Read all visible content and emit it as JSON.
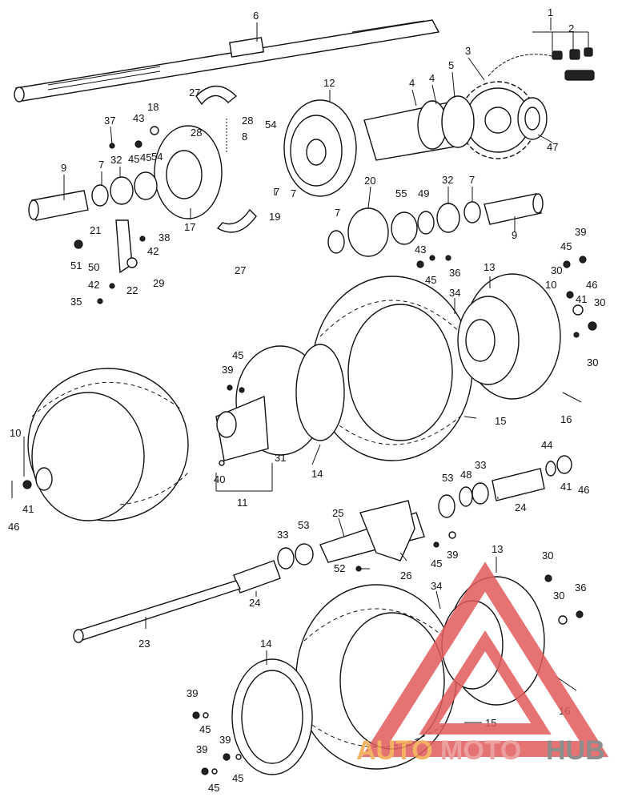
{
  "diagram": {
    "callouts": [
      {
        "id": "c1",
        "text": "1"
      },
      {
        "id": "c2",
        "text": "2"
      },
      {
        "id": "c3",
        "text": "3"
      },
      {
        "id": "c4a",
        "text": "4"
      },
      {
        "id": "c4b",
        "text": "4"
      },
      {
        "id": "c5",
        "text": "5"
      },
      {
        "id": "c6",
        "text": "6"
      },
      {
        "id": "c7a",
        "text": "7"
      },
      {
        "id": "c7b",
        "text": "7"
      },
      {
        "id": "c7c",
        "text": "7"
      },
      {
        "id": "c7d",
        "text": "7"
      },
      {
        "id": "c7e",
        "text": "7"
      },
      {
        "id": "c8",
        "text": "8"
      },
      {
        "id": "c9a",
        "text": "9"
      },
      {
        "id": "c9b",
        "text": "9"
      },
      {
        "id": "c10a",
        "text": "10"
      },
      {
        "id": "c10b",
        "text": "10"
      },
      {
        "id": "c11",
        "text": "11"
      },
      {
        "id": "c12",
        "text": "12"
      },
      {
        "id": "c13a",
        "text": "13"
      },
      {
        "id": "c13b",
        "text": "13"
      },
      {
        "id": "c14a",
        "text": "14"
      },
      {
        "id": "c14b",
        "text": "14"
      },
      {
        "id": "c15a",
        "text": "15"
      },
      {
        "id": "c15b",
        "text": "15"
      },
      {
        "id": "c16a",
        "text": "16"
      },
      {
        "id": "c16b",
        "text": "16"
      },
      {
        "id": "c17",
        "text": "17"
      },
      {
        "id": "c18",
        "text": "18"
      },
      {
        "id": "c19",
        "text": "19"
      },
      {
        "id": "c20",
        "text": "20"
      },
      {
        "id": "c21",
        "text": "21"
      },
      {
        "id": "c22",
        "text": "22"
      },
      {
        "id": "c23",
        "text": "23"
      },
      {
        "id": "c24a",
        "text": "24"
      },
      {
        "id": "c24b",
        "text": "24"
      },
      {
        "id": "c25",
        "text": "25"
      },
      {
        "id": "c26",
        "text": "26"
      },
      {
        "id": "c27a",
        "text": "27"
      },
      {
        "id": "c27b",
        "text": "27"
      },
      {
        "id": "c28a",
        "text": "28"
      },
      {
        "id": "c28b",
        "text": "28"
      },
      {
        "id": "c29",
        "text": "29"
      },
      {
        "id": "c30a",
        "text": "30"
      },
      {
        "id": "c30b",
        "text": "30"
      },
      {
        "id": "c30c",
        "text": "30"
      },
      {
        "id": "c30d",
        "text": "30"
      },
      {
        "id": "c30e",
        "text": "30"
      },
      {
        "id": "c31",
        "text": "31"
      },
      {
        "id": "c32a",
        "text": "32"
      },
      {
        "id": "c32b",
        "text": "32"
      },
      {
        "id": "c33a",
        "text": "33"
      },
      {
        "id": "c33b",
        "text": "33"
      },
      {
        "id": "c34a",
        "text": "34"
      },
      {
        "id": "c34b",
        "text": "34"
      },
      {
        "id": "c35",
        "text": "35"
      },
      {
        "id": "c36a",
        "text": "36"
      },
      {
        "id": "c36b",
        "text": "36"
      },
      {
        "id": "c37",
        "text": "37"
      },
      {
        "id": "c38",
        "text": "38"
      },
      {
        "id": "c39a",
        "text": "39"
      },
      {
        "id": "c39b",
        "text": "39"
      },
      {
        "id": "c39c",
        "text": "39"
      },
      {
        "id": "c39d",
        "text": "39"
      },
      {
        "id": "c39e",
        "text": "39"
      },
      {
        "id": "c39f",
        "text": "39"
      },
      {
        "id": "c40",
        "text": "40"
      },
      {
        "id": "c41a",
        "text": "41"
      },
      {
        "id": "c41b",
        "text": "41"
      },
      {
        "id": "c41c",
        "text": "41"
      },
      {
        "id": "c42a",
        "text": "42"
      },
      {
        "id": "c42b",
        "text": "42"
      },
      {
        "id": "c43a",
        "text": "43"
      },
      {
        "id": "c43b",
        "text": "43"
      },
      {
        "id": "c44",
        "text": "44"
      },
      {
        "id": "c45a",
        "text": "45"
      },
      {
        "id": "c45b",
        "text": "45"
      },
      {
        "id": "c45c",
        "text": "45"
      },
      {
        "id": "c45d",
        "text": "45"
      },
      {
        "id": "c45e",
        "text": "45"
      },
      {
        "id": "c45f",
        "text": "45"
      },
      {
        "id": "c45g",
        "text": "45"
      },
      {
        "id": "c45h",
        "text": "45"
      },
      {
        "id": "c45i",
        "text": "45"
      },
      {
        "id": "c46a",
        "text": "46"
      },
      {
        "id": "c46b",
        "text": "46"
      },
      {
        "id": "c46c",
        "text": "46"
      },
      {
        "id": "c47",
        "text": "47"
      },
      {
        "id": "c48",
        "text": "48"
      },
      {
        "id": "c49",
        "text": "49"
      },
      {
        "id": "c50",
        "text": "50"
      },
      {
        "id": "c51",
        "text": "51"
      },
      {
        "id": "c52",
        "text": "52"
      },
      {
        "id": "c53a",
        "text": "53"
      },
      {
        "id": "c53b",
        "text": "53"
      },
      {
        "id": "c54a",
        "text": "54"
      },
      {
        "id": "c54b",
        "text": "54"
      },
      {
        "id": "c55",
        "text": "55"
      }
    ]
  },
  "watermark": {
    "part1": "AUTO",
    "part2": "MOTO",
    "part3": "HUB",
    "colors": {
      "triangle": "#e15b5b",
      "auto": "#f3a64a",
      "moto": "#e98f8f",
      "hub": "#7a7a7a"
    }
  }
}
